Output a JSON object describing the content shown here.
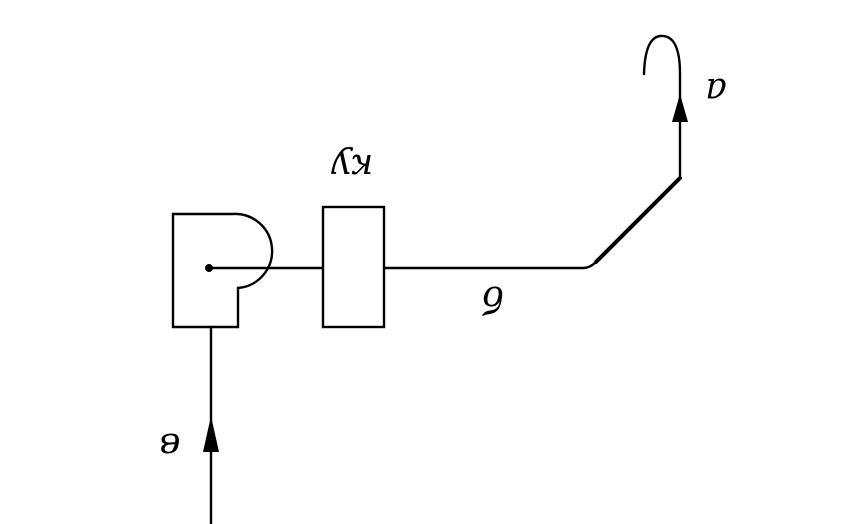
{
  "diagram": {
    "labels": {
      "ku": "ку",
      "a": "а",
      "b": "б",
      "v": "в"
    },
    "colors": {
      "ink": "#000000",
      "paper": "#ffffff"
    }
  }
}
